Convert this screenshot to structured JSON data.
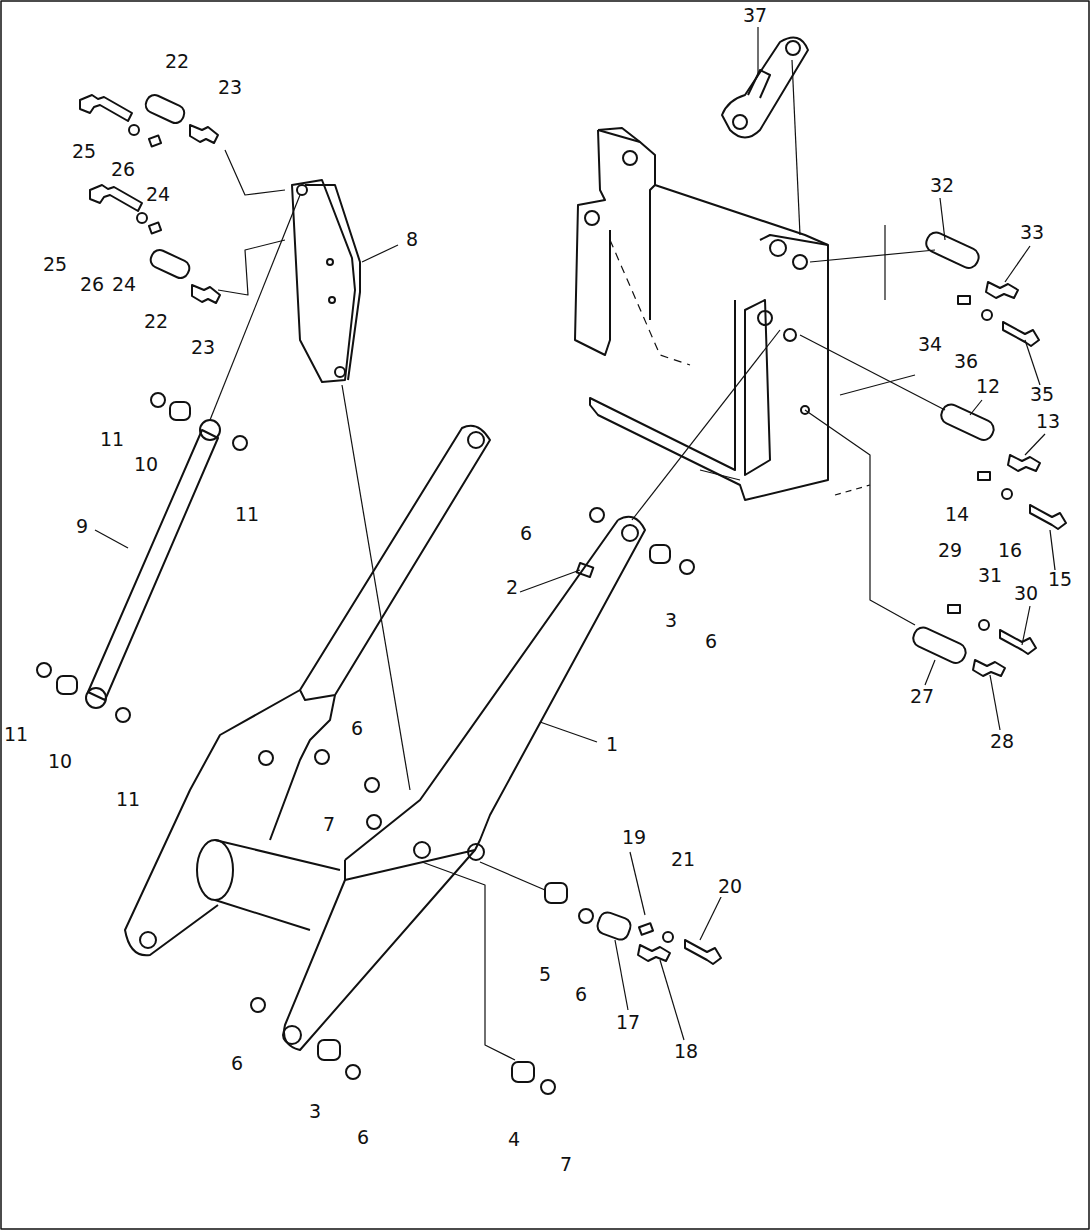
{
  "diagram": {
    "labels": [
      "37",
      "22",
      "23",
      "25",
      "26",
      "24",
      "8",
      "32",
      "33",
      "25",
      "26",
      "24",
      "22",
      "23",
      "34",
      "36",
      "35",
      "11",
      "10",
      "11",
      "12",
      "13",
      "9",
      "6",
      "2",
      "3",
      "6",
      "14",
      "16",
      "15",
      "29",
      "31",
      "30",
      "27",
      "28",
      "11",
      "10",
      "11",
      "1",
      "6",
      "7",
      "19",
      "21",
      "20",
      "5",
      "6",
      "17",
      "18",
      "6",
      "3",
      "6",
      "4",
      "7"
    ]
  }
}
